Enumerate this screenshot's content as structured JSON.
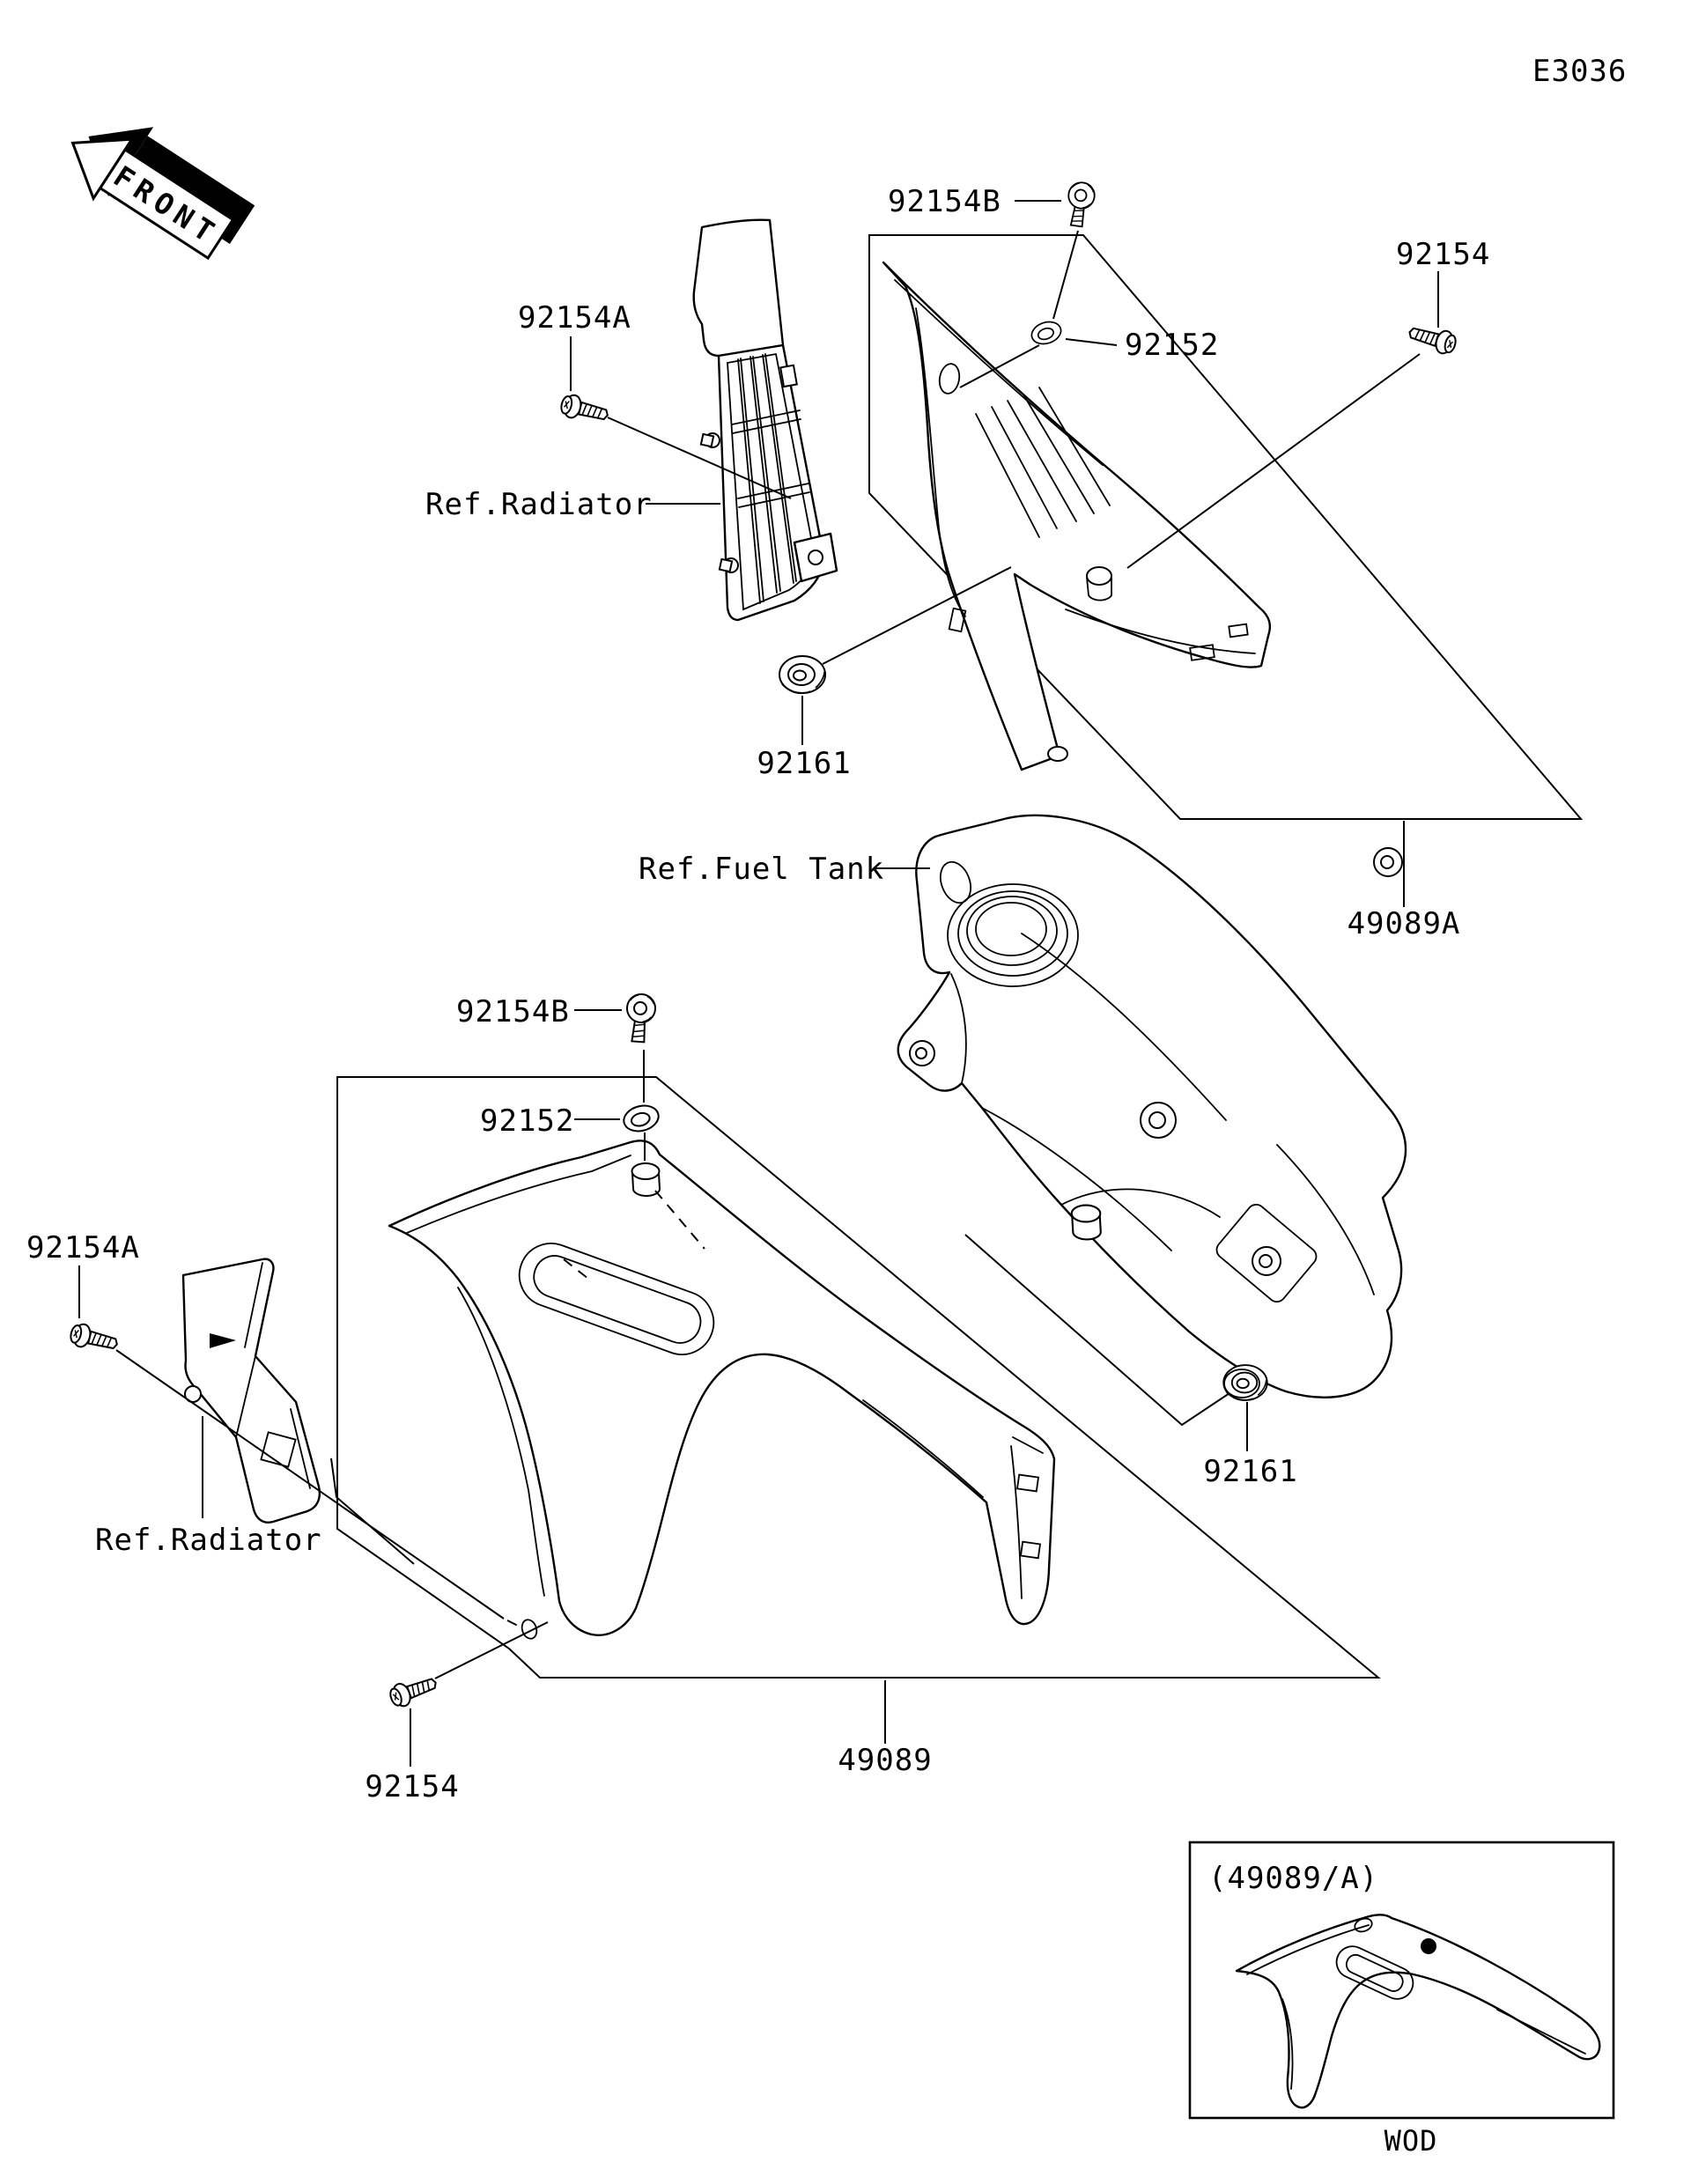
{
  "page": {
    "diagram_code": "E3036",
    "plate_footer_code": "WOD",
    "ink_color": "#000000",
    "paper_color": "#ffffff"
  },
  "front_arrow": {
    "label": "FRONT"
  },
  "callouts": {
    "top_92154b": "92154B",
    "top_92152": "92152",
    "top_92154": "92154",
    "top_92154a": "92154A",
    "top_ref_radiator": "Ref.Radiator",
    "top_92161": "92161",
    "ref_fuel_tank": "Ref.Fuel Tank",
    "part_49089a": "49089A",
    "mid_92154b": "92154B",
    "mid_92152": "92152",
    "left_92154a": "92154A",
    "bottom_ref_radiator": "Ref.Radiator",
    "bottom_92161": "92161",
    "part_49089": "49089",
    "bottom_92154": "92154"
  },
  "inset": {
    "caption": "(49089/A)"
  },
  "parts_depicted": [
    "radiator-screen-upper",
    "side-shroud-right-49089A",
    "fuel-tank-reference",
    "side-shroud-left-49089",
    "radiator-screen-lower",
    "shroud-variant-49089A-inset",
    "screws-92154",
    "washers-92152",
    "dampers-92161"
  ]
}
